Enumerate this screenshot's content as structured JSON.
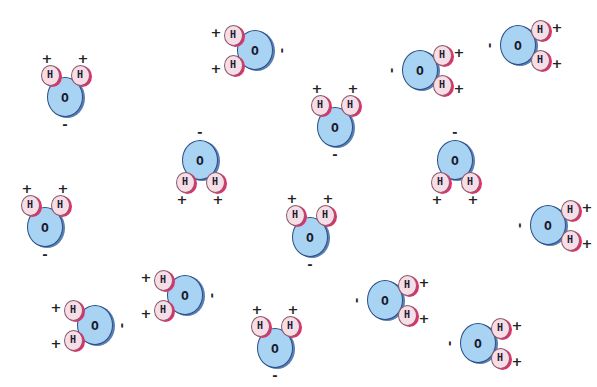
{
  "diagram": {
    "nodes": [
      {
        "text": [
          "O"
        ]
      },
      {
        "text": [
          "H"
        ]
      },
      {
        "text": [
          "H"
        ]
      },
      {
        "text": [
          "O"
        ]
      },
      {
        "text": [
          "H"
        ]
      },
      {
        "text": [
          "H"
        ]
      },
      {
        "text": [
          "O"
        ]
      },
      {
        "text": [
          "H"
        ]
      },
      {
        "text": [
          "H"
        ]
      },
      {
        "text": [
          "O"
        ]
      },
      {
        "text": [
          "H"
        ]
      },
      {
        "text": [
          "H"
        ]
      },
      {
        "text": [
          "O"
        ]
      },
      {
        "text": [
          "H"
        ]
      },
      {
        "text": [
          "H"
        ]
      },
      {
        "text": [
          "O"
        ]
      },
      {
        "text": [
          "H"
        ]
      },
      {
        "text": [
          "H"
        ]
      },
      {
        "text": [
          "O"
        ]
      },
      {
        "text": [
          "H"
        ]
      },
      {
        "text": [
          "H"
        ]
      },
      {
        "text": [
          "O"
        ]
      },
      {
        "text": [
          "H"
        ]
      },
      {
        "text": [
          "H"
        ]
      },
      {
        "text": [
          "O"
        ]
      },
      {
        "text": [
          "H"
        ]
      },
      {
        "text": [
          "H"
        ]
      },
      {
        "text": [
          "O"
        ]
      },
      {
        "text": [
          "H"
        ]
      },
      {
        "text": [
          "H"
        ]
      },
      {
        "text": [
          "O"
        ]
      },
      {
        "text": [
          "H"
        ]
      },
      {
        "text": [
          "H"
        ]
      },
      {
        "text": [
          "O"
        ]
      },
      {
        "text": [
          "H"
        ]
      },
      {
        "text": [
          "H"
        ]
      },
      {
        "text": [
          "O"
        ]
      },
      {
        "text": [
          "H"
        ]
      },
      {
        "text": [
          "H"
        ]
      },
      {
        "text": [
          "O"
        ]
      },
      {
        "text": [
          "H"
        ]
      },
      {
        "text": [
          "H"
        ]
      },
      {
        "text": [
          "O"
        ]
      },
      {
        "text": [
          "H"
        ]
      },
      {
        "text": [
          "H"
        ]
      }
    ],
    "labels": [
      "+",
      "+",
      "-",
      "+",
      "+",
      "-",
      "+",
      "+",
      "-",
      "+",
      "+",
      "-",
      "+",
      "+",
      "-",
      "+",
      "+",
      "-",
      "+",
      "+",
      "-",
      "+",
      "+",
      "-",
      "+",
      "+",
      "-",
      "+",
      "+",
      "-",
      "+",
      "+",
      "-",
      "+",
      "+",
      "-",
      "+",
      "+",
      "-",
      "+",
      "+",
      "-",
      "+",
      "+",
      "-"
    ]
  }
}
